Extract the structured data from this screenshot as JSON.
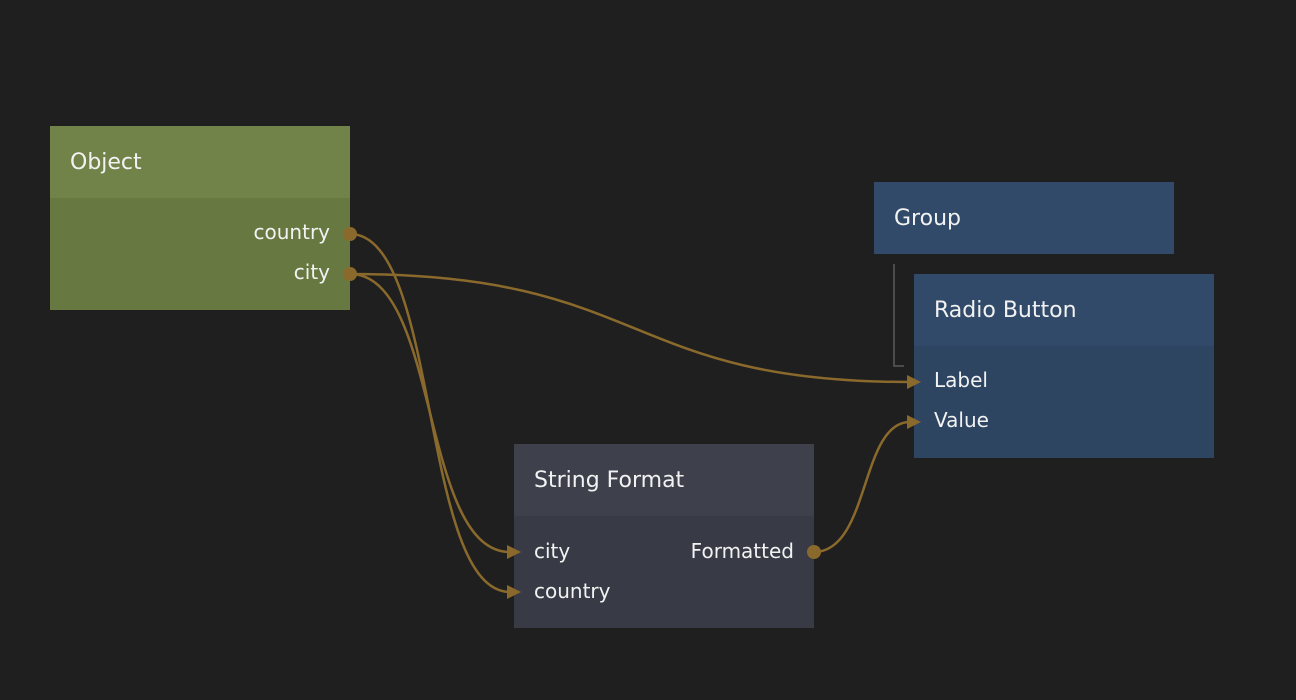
{
  "colors": {
    "background": "#1f1f1f",
    "wire": "#8a6a2c",
    "object_header": "#728349",
    "object_body": "#677840",
    "visual_header": "#314a69",
    "visual_body": "#2e4562",
    "logic_header": "#3e414c",
    "logic_body": "#383b46",
    "label_text": "#f2f2f2",
    "group_child_line": "#5a5a5a"
  },
  "nodes": {
    "object": {
      "title": "Object",
      "outputs": {
        "country": "country",
        "city": "city"
      }
    },
    "group": {
      "title": "Group"
    },
    "radio_button": {
      "title": "Radio Button",
      "inputs": {
        "label": "Label",
        "value": "Value"
      }
    },
    "string_format": {
      "title": "String Format",
      "inputs": {
        "city": "city",
        "country": "country"
      },
      "outputs": {
        "formatted": "Formatted"
      }
    }
  },
  "connections": [
    {
      "from": "object.country",
      "to": "string_format.country"
    },
    {
      "from": "object.city",
      "to": "string_format.city"
    },
    {
      "from": "object.city",
      "to": "radio_button.label"
    },
    {
      "from": "string_format.formatted",
      "to": "radio_button.value"
    }
  ]
}
